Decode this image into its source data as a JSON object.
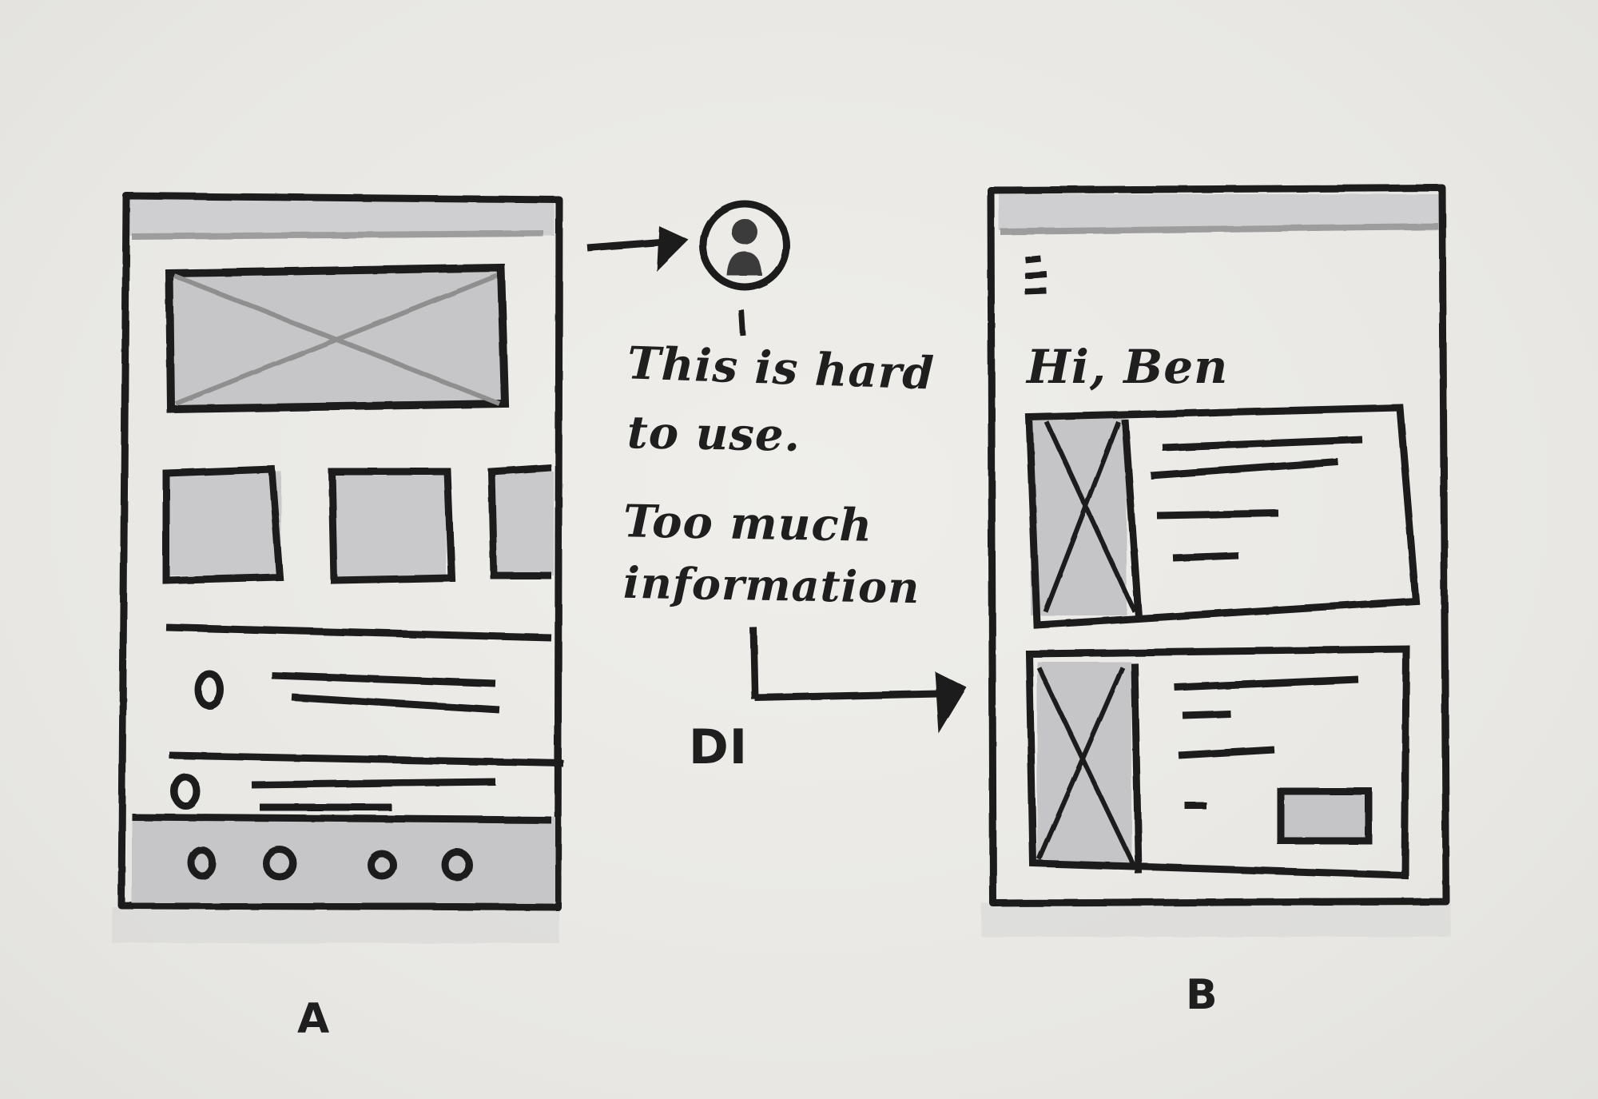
{
  "notes": {
    "line1": "This is hard",
    "line2": "to use.",
    "line3": "Too much",
    "line4": "information"
  },
  "sketch_b": {
    "greeting": "Hi, Ben"
  },
  "arrow_tag": "DI",
  "labels": {
    "a": "A",
    "b": "B"
  },
  "icons": {
    "profile": "profile-avatar-icon",
    "menu": "hamburger-menu-icon"
  },
  "colors": {
    "ink": "#1f1f1f",
    "marker_gray": "#c4c4c6",
    "paper": "#ebeae6"
  }
}
